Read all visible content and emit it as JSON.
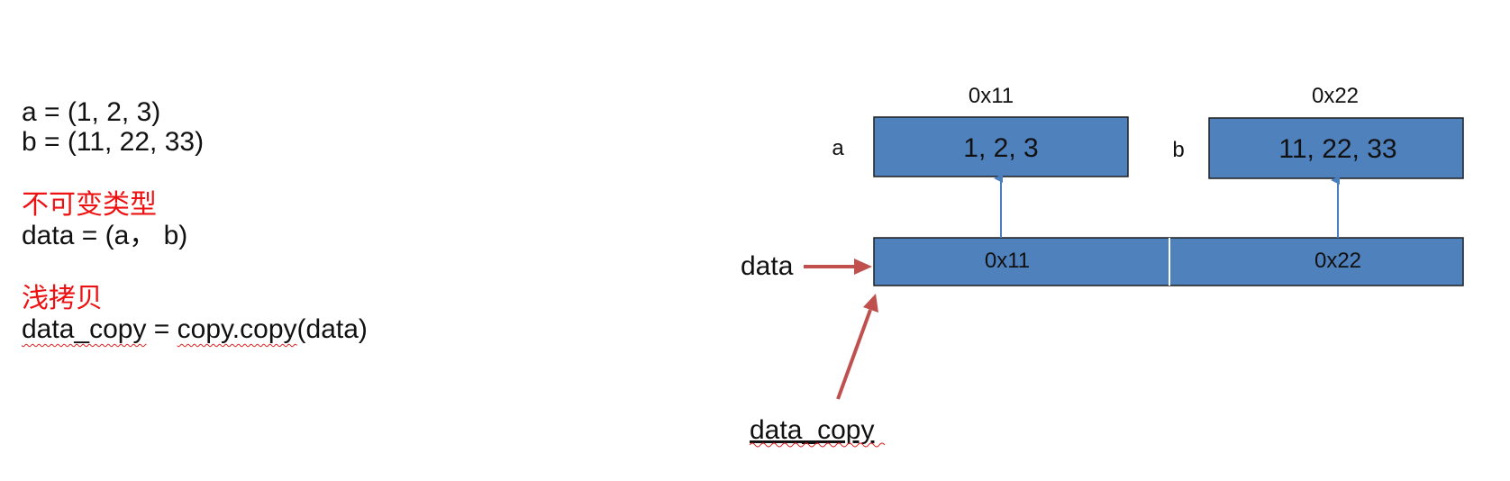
{
  "code": {
    "line_a": "a = (1, 2, 3)",
    "line_b": "b = (11, 22, 33)",
    "heading_immutable": "不可变类型",
    "line_data": "data = (a， b)",
    "heading_shallow": "浅拷贝",
    "line_copy_prefix": "data_copy",
    "line_copy_mid": " = ",
    "line_copy_call": "copy.copy",
    "line_copy_suffix": "(data)"
  },
  "diagram": {
    "addr_a": "0x11",
    "addr_b": "0x22",
    "label_a": "a",
    "label_b": "b",
    "box_a_value": "1, 2, 3",
    "box_b_value": "11, 22, 33",
    "data_label": "data",
    "data_cell_1": "0x11",
    "data_cell_2": "0x22",
    "copy_label": "data_copy"
  },
  "colors": {
    "box_fill": "#4f81bd",
    "box_stroke": "#1f1f1f",
    "blue_arrow": "#4a7ebf",
    "red_arrow": "#c0504d",
    "heading_red": "#ee1111"
  }
}
